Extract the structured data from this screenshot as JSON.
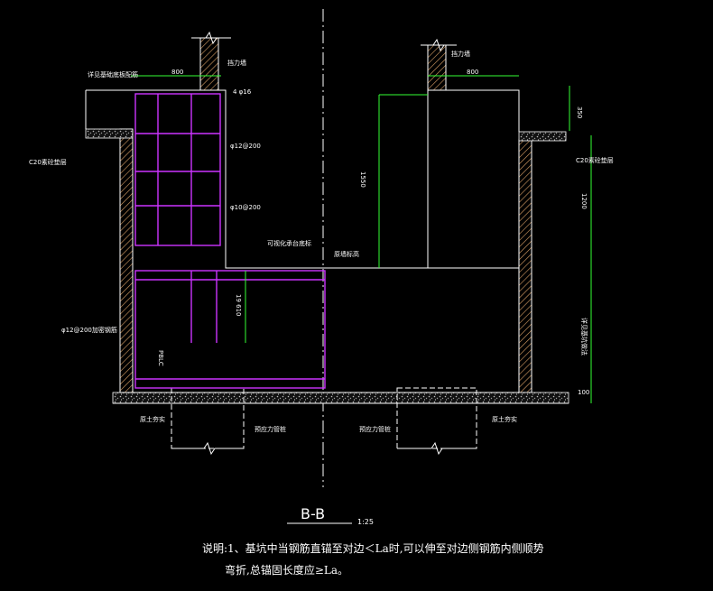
{
  "drawing": {
    "title": "B-B",
    "scale": "1:25",
    "labels": {
      "top_left_callout": "详见基础底板配筋",
      "load_wall_left": "挡力墙",
      "load_wall_right": "挡力墙",
      "c20_left": "C20素砼垫层",
      "c20_right": "C20素砼垫层",
      "rebar_a": "φ12@200",
      "rebar_b": "φ10@200",
      "rebar_c": "φ12@200加密钢筋",
      "mark_4": "4 φ16",
      "slab_level": "可视化承台底标",
      "wall_ref": "原墙标高",
      "soil_left": "原土夯实",
      "soil_right": "原土夯实",
      "pile_left": "预应力管桩",
      "pile_right": "预应力管桩",
      "depth_label": "详见基坑做法",
      "vertical_label": "PBLC"
    },
    "dimensions": {
      "dim_800_left": "800",
      "dim_800_right": "800",
      "dim_350": "350",
      "dim_1200": "1200",
      "dim_1550": "1550",
      "dim_100": "100",
      "dim_610": "19 610"
    },
    "notes": {
      "line1": "说明:1、基坑中当钢筋直锚至对边＜La时,可以伸至对边侧钢筋内侧顺势",
      "line2": "弯折,总锚固长度应≥La。"
    },
    "colors": {
      "background": "#000000",
      "outline": "#ffffff",
      "rebar": "#cc33ff",
      "dimension": "#33ff33",
      "hatch": "#d9a066"
    }
  }
}
